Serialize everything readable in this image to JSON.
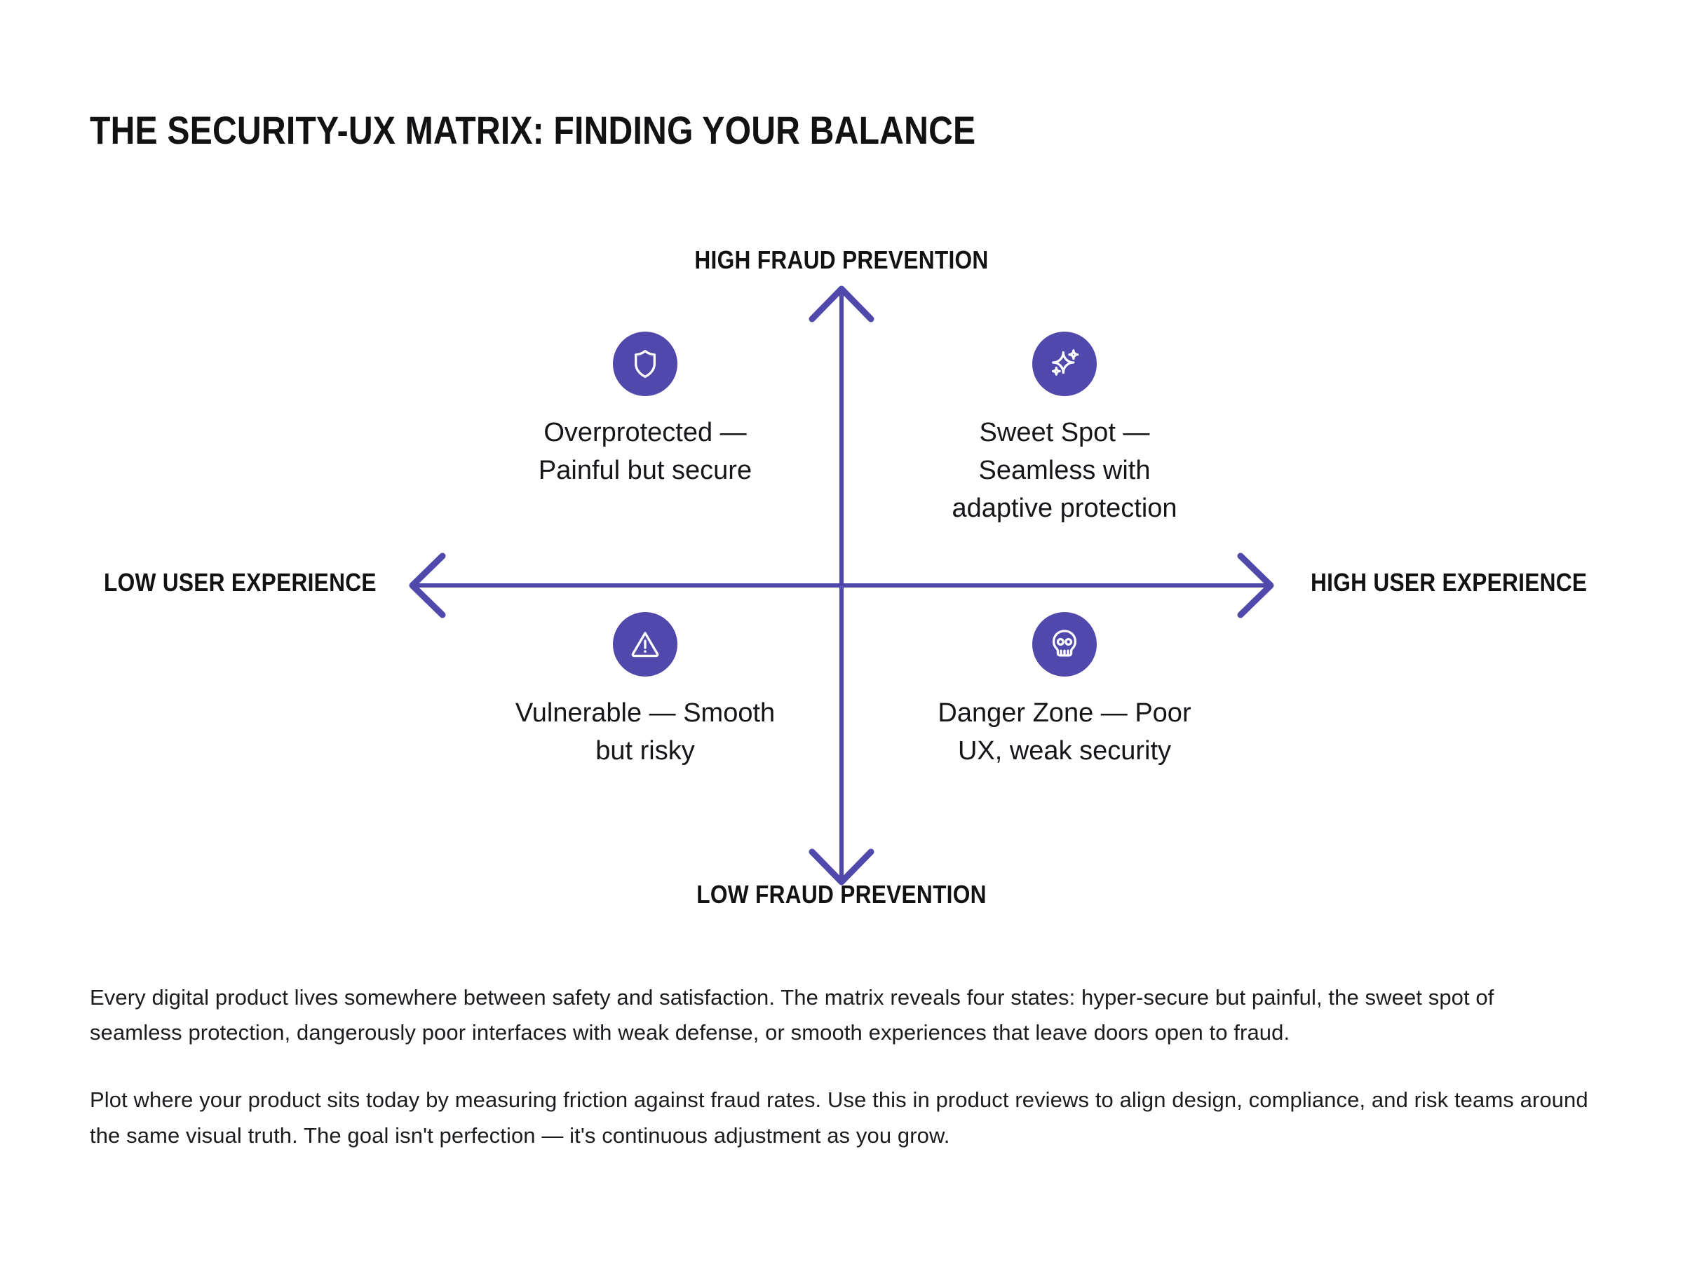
{
  "title": "THE SECURITY-UX MATRIX: FINDING YOUR BALANCE",
  "colors": {
    "accent": "#5148ac",
    "axis": "#5148ac",
    "text": "#16161a",
    "background": "#ffffff"
  },
  "chart_data": {
    "type": "scatter",
    "title": "THE SECURITY-UX MATRIX: FINDING YOUR BALANCE",
    "xlabel": "User Experience",
    "ylabel": "Fraud Prevention",
    "grid": false,
    "legend": "none",
    "axes": {
      "top": "HIGH FRAUD PREVENTION",
      "bottom": "LOW FRAUD PREVENTION",
      "left": "LOW USER EXPERIENCE",
      "right": "HIGH USER EXPERIENCE"
    },
    "quadrants": [
      {
        "id": "top-left",
        "icon": "shield-icon",
        "label": "Overprotected —\nPainful but secure",
        "x": -1,
        "y": 1
      },
      {
        "id": "top-right",
        "icon": "sparkles-icon",
        "label": "Sweet Spot —\nSeamless with\nadaptive protection",
        "x": 1,
        "y": 1
      },
      {
        "id": "bottom-left",
        "icon": "warning-triangle-icon",
        "label": "Vulnerable — Smooth\nbut risky",
        "x": -1,
        "y": -1
      },
      {
        "id": "bottom-right",
        "icon": "skull-icon",
        "label": "Danger Zone — Poor\nUX, weak security",
        "x": 1,
        "y": -1
      }
    ]
  },
  "body": {
    "paragraph_1": "Every digital product lives somewhere between safety and satisfaction. The matrix reveals four states: hyper-secure but painful, the sweet spot of seamless protection, dangerously poor interfaces with weak defense, or smooth experiences that leave doors open to fraud.",
    "paragraph_2": "Plot where your product sits today by measuring friction against fraud rates. Use this in product reviews to align design, compliance, and risk teams around the same visual truth. The goal isn't perfection — it's continuous adjustment as you grow."
  }
}
